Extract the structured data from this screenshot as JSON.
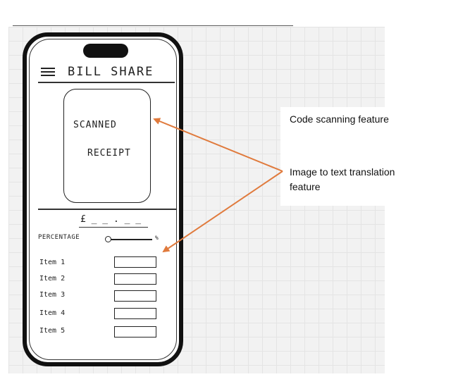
{
  "app": {
    "title": "BILL SHARE"
  },
  "receipt": {
    "line1": "SCANNED",
    "line2": "RECEIPT"
  },
  "total": {
    "value": "£ _ _ . _ _"
  },
  "percentage": {
    "label": "PERCENTAGE",
    "unit": "%"
  },
  "items": [
    {
      "label": "Item 1"
    },
    {
      "label": "Item 2"
    },
    {
      "label": "Item 3"
    },
    {
      "label": "Item 4"
    },
    {
      "label": "Item 5"
    }
  ],
  "annotations": {
    "code_scanning": "Code scanning feature",
    "image_to_text_line1": "Image to text translation",
    "image_to_text_line2": "feature"
  },
  "colors": {
    "arrow": "#e07a3c",
    "ink": "#1e1e1e"
  },
  "icons": {
    "menu": "hamburger-menu-icon"
  }
}
